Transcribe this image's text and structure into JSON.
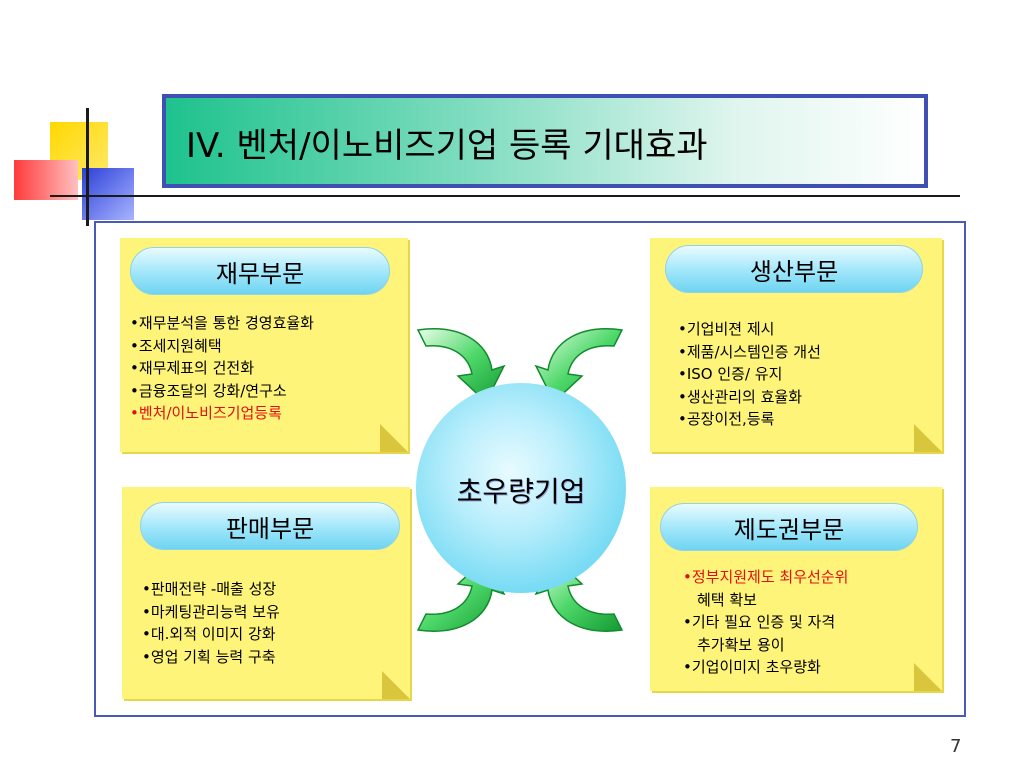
{
  "title": "IV. 벤처/이노비즈기업 등록 기대효과",
  "center": {
    "label": "초우량기업"
  },
  "finance": {
    "header": "재무부문",
    "items": [
      "•재무분석을 통한 경영효율화",
      "•조세지원혜택",
      "•재무제표의 건전화",
      "•금융조달의 강화/연구소"
    ],
    "highlight": "•벤처/이노비즈기업등록"
  },
  "production": {
    "header": "생산부문",
    "items": [
      "•기업비젼 제시",
      "•제품/시스템인증 개선",
      "•ISO 인증/ 유지",
      "•생산관리의 효율화",
      "•공장이전,등록"
    ]
  },
  "sales": {
    "header": "판매부문",
    "items": [
      "•판매전략 -매출 성장",
      "•마케팅관리능력 보유",
      "•대.외적 이미지 강화",
      "•영업 기획 능력 구축"
    ]
  },
  "institution": {
    "header": "제도권부문",
    "highlight_line1": "•정부지원제도 최우선순위",
    "highlight_line2": "혜택 확보",
    "item2_line1": "•기타 필요 인증 및 자격",
    "item2_line2": "추가확보 용이",
    "item3": "•기업이미지 초우량화"
  },
  "page_number": "7",
  "colors": {
    "title_border": "#3f4fb3",
    "title_gradient_start": "#1ec28d",
    "note_yellow": "#fff47a",
    "pill_cyan": "#6fd4f1",
    "arrow_green": "#22c24a",
    "highlight_red": "#e01010"
  }
}
